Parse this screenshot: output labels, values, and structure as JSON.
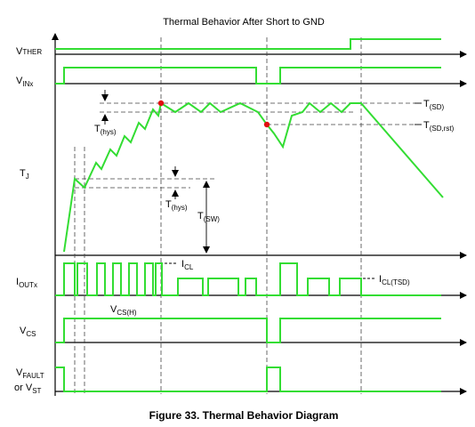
{
  "title": "Thermal Behavior After Short to GND",
  "caption": "Figure 33.  Thermal Behavior Diagram",
  "colors": {
    "trace": "#33dd33",
    "axis": "#000000",
    "guide": "#444444",
    "marker": "#e01010"
  },
  "signals": {
    "vther": {
      "main": "V",
      "sub": "THER"
    },
    "vin": {
      "main": "V",
      "sub": "INx"
    },
    "tj": {
      "main": "T",
      "sub": "J"
    },
    "iout": {
      "main": "I",
      "sub": "OUTx"
    },
    "vcs": {
      "main": "V",
      "sub": "CS"
    },
    "vfault": {
      "line1_main": "V",
      "line1_sub": "FAULT",
      "line2_prefix": "or V",
      "line2_sub": "ST"
    }
  },
  "annotations": {
    "tsd": {
      "main": "T",
      "sub": "(SD)"
    },
    "tsdrst": {
      "main": "T",
      "sub": "(SD,rst)"
    },
    "thys1": {
      "main": "T",
      "sub": "(hys)"
    },
    "thys2": {
      "main": "T",
      "sub": "(hys)"
    },
    "tsw": {
      "main": "T",
      "sub": "(SW)"
    },
    "icl": {
      "main": "I",
      "sub": "CL"
    },
    "icltsd": {
      "main": "I",
      "sub": "CL(TSD)"
    },
    "vcsh": {
      "main": "V",
      "sub": "CS(H)"
    }
  }
}
